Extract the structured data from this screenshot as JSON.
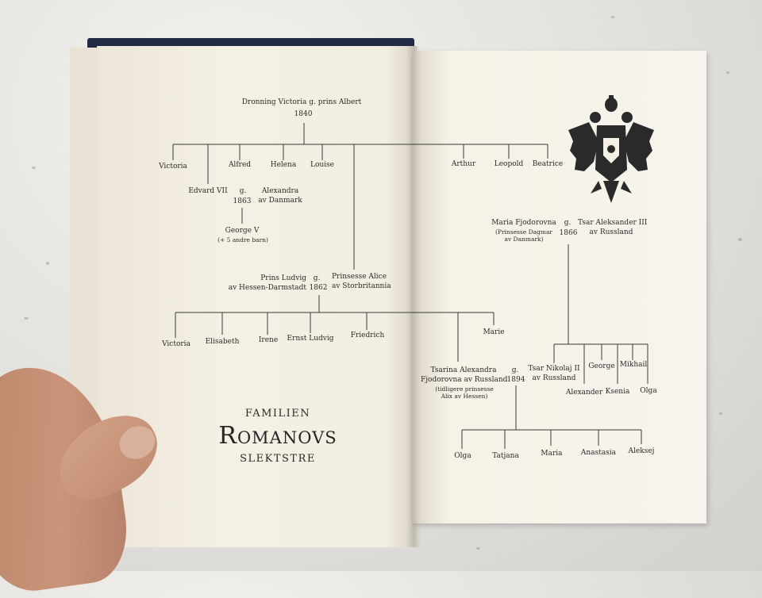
{
  "left_page": {
    "root_couple": "Dronning Victoria  g.  prins Albert",
    "root_year": "1840",
    "children": [
      "Victoria",
      "Alfred",
      "Helena",
      "Louise"
    ],
    "edvard": "Edvard VII",
    "edvard_g": "g.",
    "edvard_year": "1863",
    "alexandra": "Alexandra",
    "alexandra_sub": "av Danmark",
    "george_v": "George V",
    "george_v_note": "(+ 5 andre barn)",
    "ludvig": "Prins Ludvig",
    "ludvig_sub": "av Hessen-Darmstadt",
    "ludvig_g": "g.",
    "ludvig_year": "1862",
    "alice": "Prinsesse Alice",
    "alice_sub": "av Storbritannia",
    "hessen_children": [
      "Victoria",
      "Elisabeth",
      "Irene",
      "Ernst Ludvig",
      "Friedrich"
    ],
    "title_top": "FAMILIEN",
    "title_main": "Romanovs",
    "title_bottom": "SLEKTSTRE"
  },
  "right_page": {
    "children": [
      "Arthur",
      "Leopold",
      "Beatrice"
    ],
    "marie": "Marie",
    "maria": "Maria Fjodorovna",
    "maria_sub": "(Prinsesse Dagmar",
    "maria_sub2": "av Danmark)",
    "maria_g": "g.",
    "maria_year": "1866",
    "tsar_alex": "Tsar Aleksander III",
    "tsar_alex_sub": "av Russland",
    "tsarina_1": "Tsarina Alexandra",
    "tsarina_2": "Fjodorovna av Russland",
    "tsarina_3": "(tidligere prinsesse",
    "tsarina_4": "Alix av Hessen)",
    "tsarina_g": "g.",
    "tsarina_year": "1894",
    "nikolaj": "Tsar Nikolaj II",
    "nikolaj_sub": "av Russland",
    "george": "George",
    "mikhail": "Mikhail",
    "alexander": "Alexander",
    "ksenia": "Ksenia",
    "olga_sib": "Olga",
    "grandchildren": [
      "Olga",
      "Tatjana",
      "Maria",
      "Anastasia",
      "Aleksej"
    ]
  },
  "icons": [
    "double-headed-eagle-icon"
  ],
  "colors": {
    "cover": "#1f2a45",
    "paper": "#f4f0e4",
    "ink": "#2b2b2b"
  }
}
